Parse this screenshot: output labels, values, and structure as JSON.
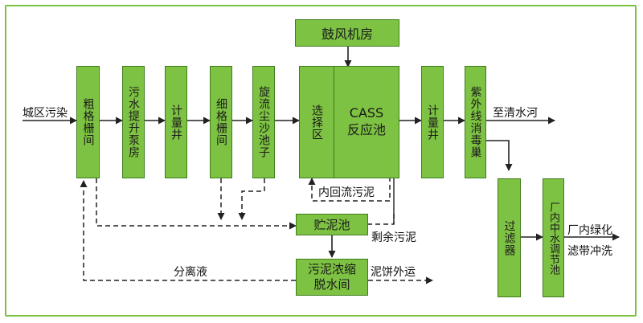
{
  "boxes": {
    "blower_room": "鼓风机房",
    "coarse_grid": "粗格栅间",
    "lift_pump": "污水提升泵房",
    "meter_well_1": "计量井",
    "fine_grid": "细格栅间",
    "grit_chamber": "旋流尘沙池子",
    "selector": "选择区",
    "cass_top": "CASS",
    "cass_bottom": "反应池",
    "meter_well_2": "计量井",
    "uv_channel": "紫外线消毒巢",
    "sludge_tank": "贮泥池",
    "dewater_top": "污泥浓缩",
    "dewater_bottom": "脱水间",
    "filter": "过滤器",
    "regulating_tank": "厂内中水调节池"
  },
  "labels": {
    "inlet": "城区污染",
    "to_river": "至清水河",
    "internal_return": "内回流污泥",
    "excess_sludge": "剩余污泥",
    "separated_liquid": "分离液",
    "cake_out": "泥饼外运",
    "reuse_top": "厂内绿化",
    "reuse_bottom": "滤带冲洗"
  },
  "colors": {
    "box_fill": "#7dc242",
    "box_border": "#3f7d1c",
    "frame": "#7cc242",
    "line": "#222222"
  }
}
